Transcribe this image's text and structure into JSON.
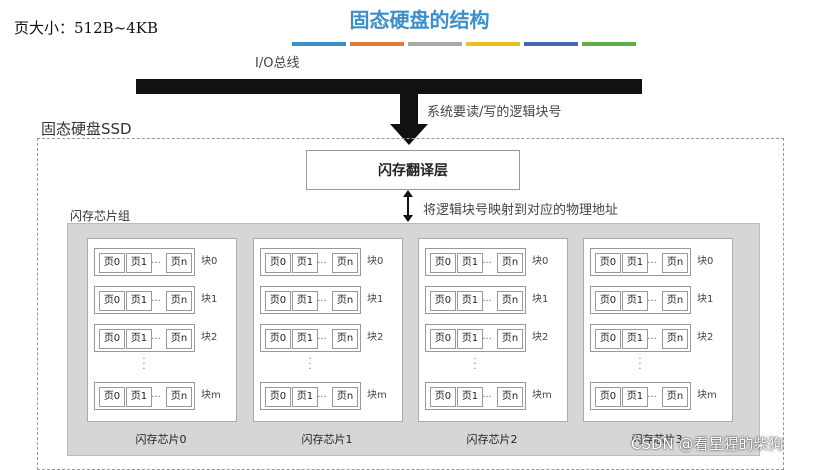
{
  "page_note": "页大小：512B~4KB",
  "title": "固态硬盘的结构",
  "title_bars": [
    "#3d8fc9",
    "#e07c3a",
    "#a9a9a9",
    "#e8c020",
    "#4467b3",
    "#5cae45"
  ],
  "bus_label": "I/O总线",
  "request_label": "系统要读/写的逻辑块号",
  "ssd_label": "固态硬盘SSD",
  "ftl_label": "闪存翻译层",
  "mapping_label": "将逻辑块号映射到对应的物理地址",
  "chip_group_label": "闪存芯片组",
  "page_labels": [
    "页0",
    "页1",
    "页n"
  ],
  "ellipsis": "...",
  "blocks": [
    "块0",
    "块1",
    "块2",
    "块m"
  ],
  "chips": [
    "闪存芯片0",
    "闪存芯片1",
    "闪存芯片2",
    "闪存芯片3"
  ],
  "watermark": "CSDN @看星猩的柴狗"
}
